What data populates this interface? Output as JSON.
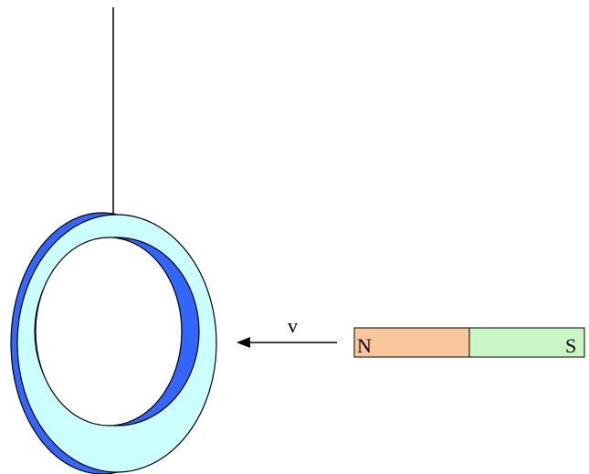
{
  "velocity_label": "v",
  "magnet": {
    "north_label": "N",
    "south_label": "S",
    "north_color": "#F9C69B",
    "south_color": "#C8F7C5"
  },
  "ring": {
    "front_color": "#CCFFFF",
    "back_color": "#3366FF",
    "hole_color": "#FFFFFF"
  },
  "line_color": "#000000"
}
